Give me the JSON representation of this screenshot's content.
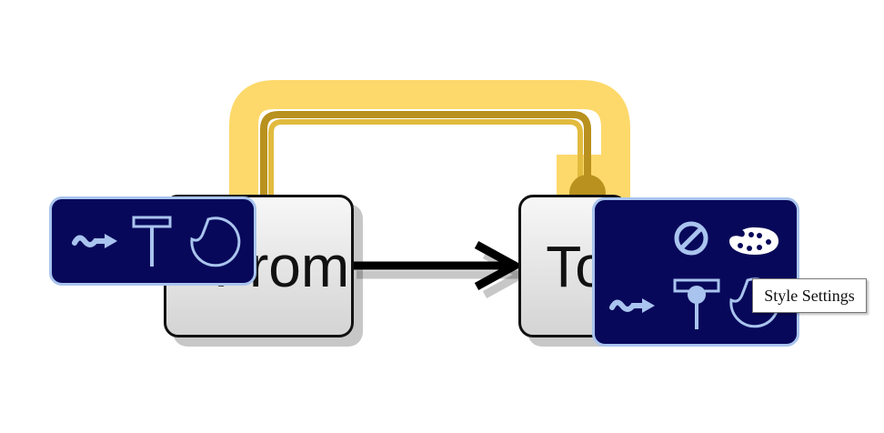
{
  "nodes": {
    "from": {
      "label": "From"
    },
    "to": {
      "label": "To"
    }
  },
  "tooltip": {
    "text": "Style Settings"
  },
  "toolbar_from": {
    "tools": [
      "route-tool-icon",
      "text-tool-icon",
      "shape-tool-icon"
    ]
  },
  "toolbar_to": {
    "top_row": [
      "delete-icon",
      "palette-icon"
    ],
    "bottom_row": [
      "route-tool-icon",
      "text-anchor-tool-icon",
      "shape-tool-icon"
    ]
  },
  "colors": {
    "selection_highlight": "#fdd96b",
    "edge_gold": "#b8911e",
    "edge_gold_light": "#e2bb3e",
    "toolbar_bg": "#08085a",
    "toolbar_border": "#a9c4ee",
    "icon_color": "#a9c4ee",
    "arrow": "#000000"
  }
}
